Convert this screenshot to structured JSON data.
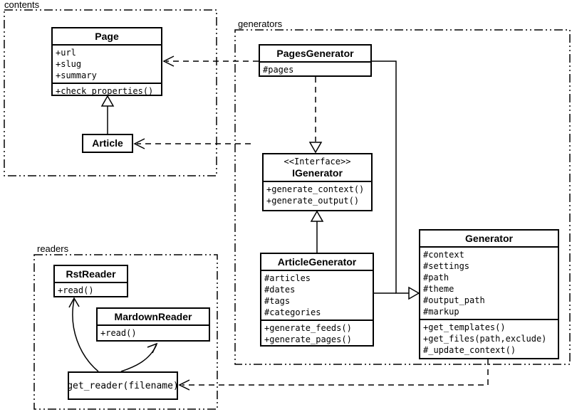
{
  "diagram": {
    "kind": "uml-class-diagram",
    "colors": {
      "stroke": "#000000",
      "background": "#ffffff"
    }
  },
  "packages": {
    "contents": {
      "label": "contents"
    },
    "generators": {
      "label": "generators"
    },
    "readers": {
      "label": "readers"
    }
  },
  "classes": {
    "page": {
      "title": "Page",
      "attributes": [
        "+url",
        "+slug",
        "+summary"
      ],
      "methods": [
        "+check_properties()"
      ]
    },
    "article": {
      "title": "Article"
    },
    "pages_generator": {
      "title": "PagesGenerator",
      "attributes": [
        "#pages"
      ]
    },
    "igenerator": {
      "stereotype": "<<Interface>>",
      "title": "IGenerator",
      "methods": [
        "+generate_context()",
        "+generate_output()"
      ]
    },
    "article_generator": {
      "title": "ArticleGenerator",
      "attributes": [
        "#articles",
        "#dates",
        "#tags",
        "#categories"
      ],
      "methods": [
        "+generate_feeds()",
        "+generate_pages()"
      ]
    },
    "generator": {
      "title": "Generator",
      "attributes": [
        "#context",
        "#settings",
        "#path",
        "#theme",
        "#output_path",
        "#markup"
      ],
      "methods": [
        "+get_templates()",
        "+get_files(path,exclude)",
        "#_update_context()"
      ]
    },
    "rst_reader": {
      "title": "RstReader",
      "methods": [
        "+read()"
      ]
    },
    "markdown_reader": {
      "title": "MardownReader",
      "methods": [
        "+read()"
      ]
    },
    "get_reader": {
      "title": "get_reader(filename)"
    }
  }
}
